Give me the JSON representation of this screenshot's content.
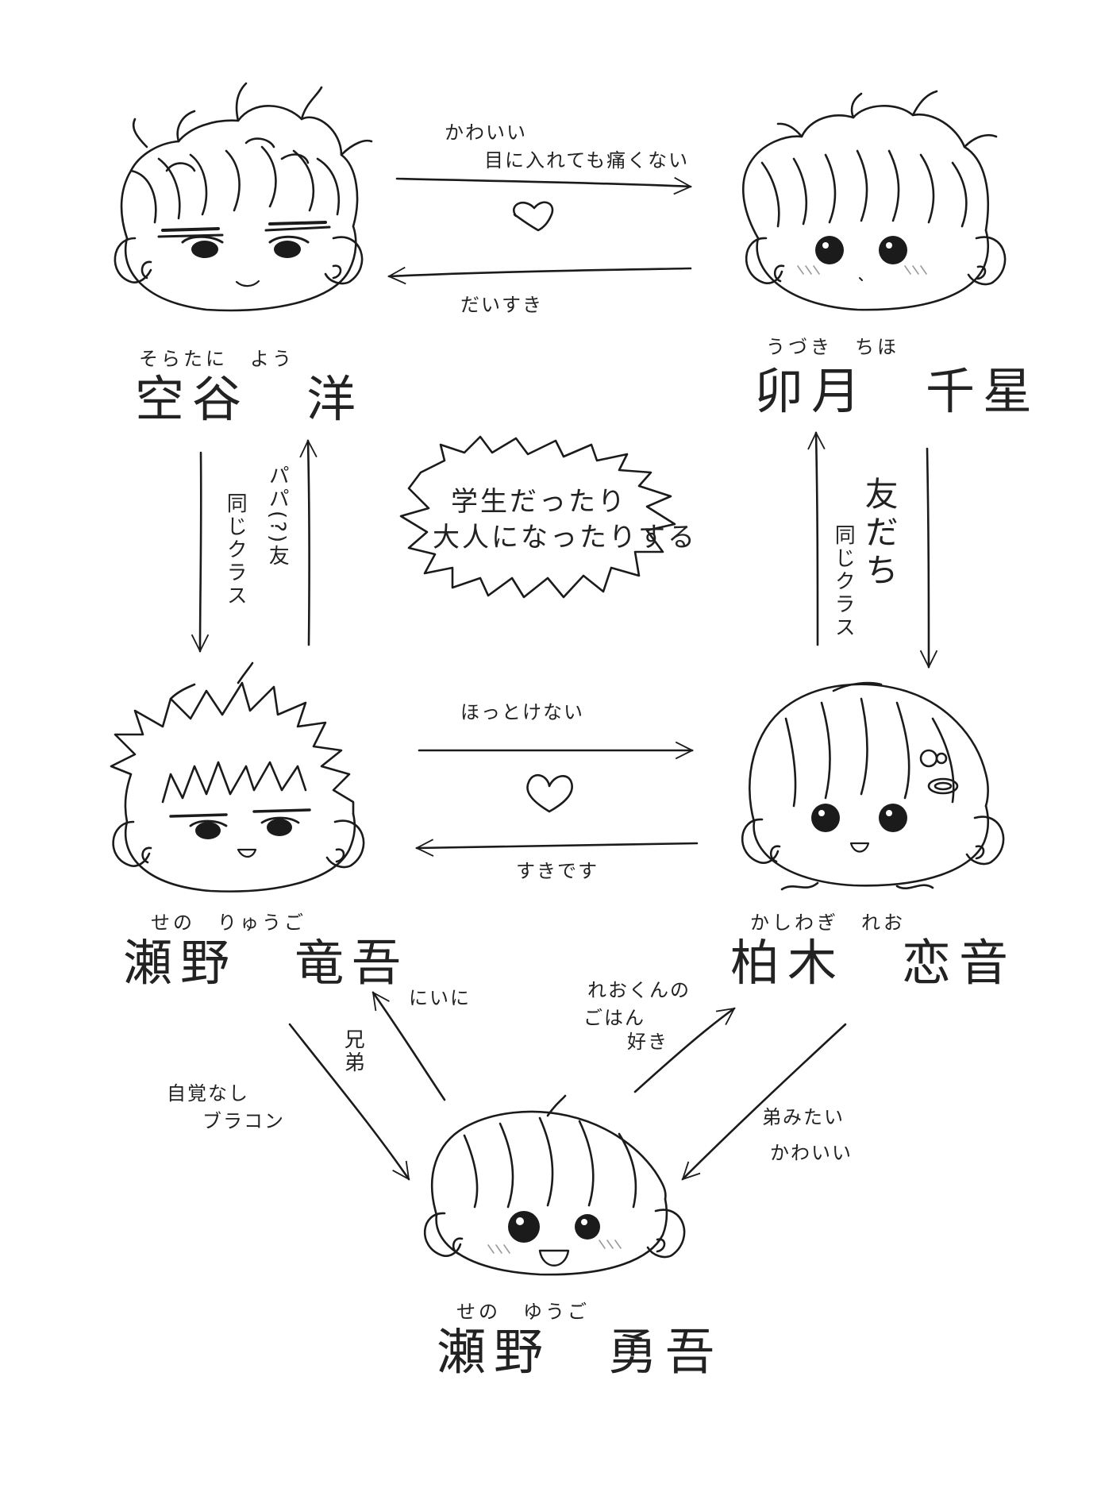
{
  "characters": {
    "sorataniyou": {
      "furigana": "そらたに　よう",
      "name": "空谷　洋"
    },
    "uzukichiho": {
      "furigana": "うづき　ちほ",
      "name": "卯月　千星"
    },
    "senoryugo": {
      "furigana": "せの　りゅうご",
      "name": "瀬野　竜吾"
    },
    "kashiwagireo": {
      "furigana": "かしわぎ　れお",
      "name": "柏木　恋音"
    },
    "senoyugo": {
      "furigana": "せの　ゆうご",
      "name": "瀬野　勇吾"
    }
  },
  "relations": {
    "sora_to_uzuki_line1": "かわいい",
    "sora_to_uzuki_line2": "目に入れても痛くない",
    "uzuki_to_sora": "だいすき",
    "sora_to_seno_line1": "パパ(?)友",
    "sora_to_seno_line2": "同じクラス",
    "uzuki_kashiwagi_line1": "友だち",
    "uzuki_kashiwagi_line2": "同じクラス",
    "seno_to_kashiwagi": "ほっとけない",
    "kashiwagi_to_seno": "すきです",
    "yugo_to_ryugo_line1": "にいに",
    "yugo_to_ryugo_line2": "兄弟",
    "ryugo_to_yugo_line1": "自覚なし",
    "ryugo_to_yugo_line2": "ブラコン",
    "yugo_to_kashiwagi_line1": "れおくんの",
    "yugo_to_kashiwagi_line2": "ごはん",
    "yugo_to_kashiwagi_line3": "好き",
    "kashiwagi_to_yugo_line1": "弟みたい",
    "kashiwagi_to_yugo_line2": "かわいい"
  },
  "bubble": {
    "line1": "学生だったり",
    "line2": "大人になったりする"
  },
  "colors": {
    "ink": "#1b1b1b",
    "blush": "#cfcfcf",
    "background": "#ffffff"
  }
}
